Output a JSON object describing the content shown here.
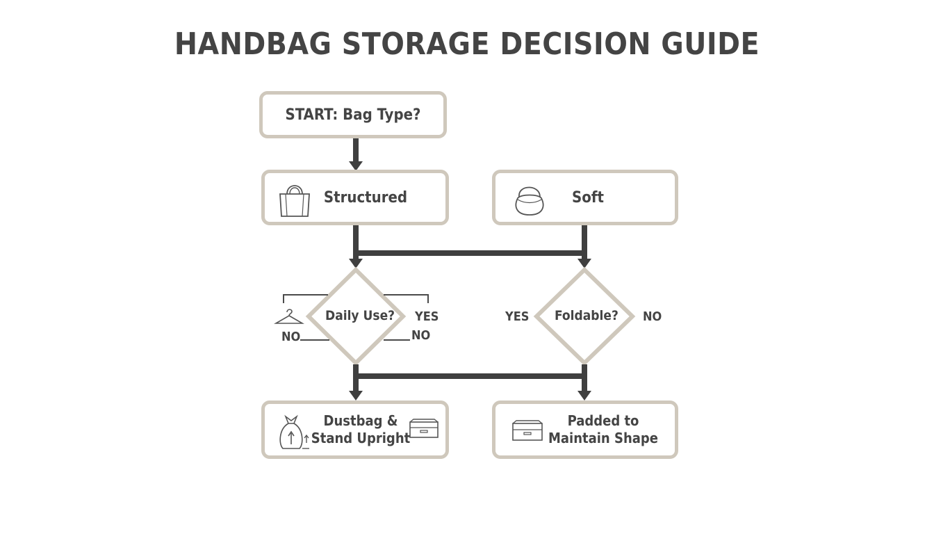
{
  "title": "HANDBAG STORAGE DECISION GUIDE",
  "nodes": {
    "start": "START: Bag Type?",
    "structured": "Structured",
    "soft": "Soft",
    "daily_use": "Daily Use?",
    "foldable": "Foldable?",
    "dustbag_line1": "Dustbag &",
    "dustbag_line2": "Stand Upright",
    "padded_line1": "Padded to",
    "padded_line2": "Maintain Shape"
  },
  "branch_labels": {
    "daily_yes": "YES",
    "daily_no_left": "NO",
    "daily_no_right": "NO",
    "fold_yes": "YES",
    "fold_no": "NO"
  },
  "icons": {
    "structured": "tote-bag-icon",
    "soft": "hobo-bag-icon",
    "daily_left": "hanger-icon",
    "dustbag": "dustbag-icon",
    "dustbag_box": "storage-box-icon",
    "padded": "storage-box-icon"
  },
  "colors": {
    "box_border": "#cfc8bc",
    "connector": "#3f3f3f",
    "text": "#444444"
  }
}
